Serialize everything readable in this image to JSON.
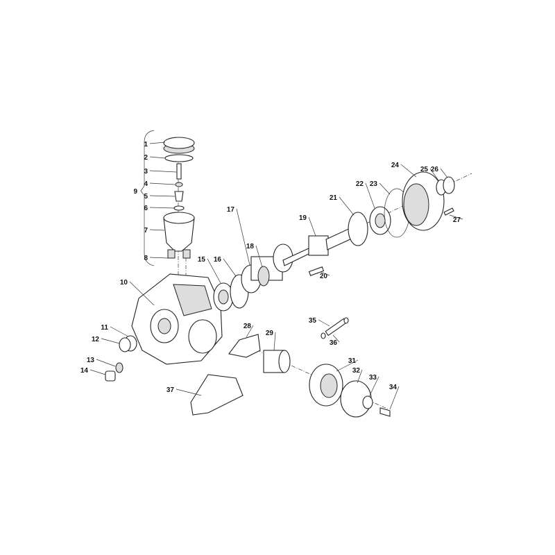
{
  "diagram": {
    "type": "exploded-parts-diagram",
    "group_label": "9",
    "part_labels": [
      "1",
      "2",
      "3",
      "4",
      "5",
      "6",
      "7",
      "8",
      "10",
      "11",
      "12",
      "13",
      "14",
      "15",
      "16",
      "17",
      "18",
      "19",
      "20",
      "21",
      "22",
      "23",
      "24",
      "25",
      "26",
      "27",
      "28",
      "29",
      "31",
      "32",
      "33",
      "34",
      "35",
      "36",
      "37"
    ],
    "line_color": "#222222",
    "background": "#ffffff"
  }
}
